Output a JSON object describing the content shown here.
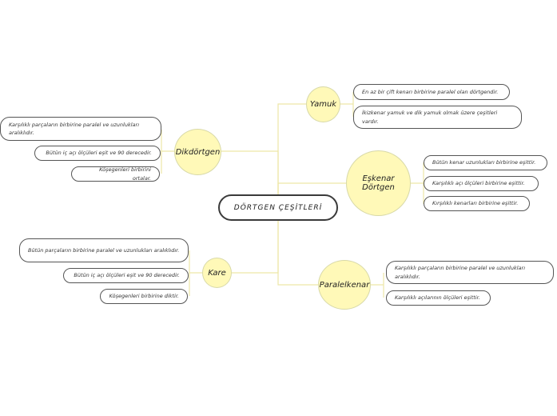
{
  "root": {
    "label": "DÖRTGEN ÇEŞİTLERİ"
  },
  "topics": {
    "yamuk": {
      "label": "Yamuk",
      "leaves": [
        "En az bir çift kenarı birbirine paralel olan dörtgendir.",
        "İkizkenar yamuk ve dik yamuk olmak üzere çeşitleri vardır."
      ]
    },
    "eskenar": {
      "label": "Eşkenar Dörtgen",
      "leaves": [
        "Bütün kenar uzunlukları birbirine eşittir.",
        "Karşılıklı açı ölçüleri birbirine eşittir.",
        "Kırşılıklı kenarları birbirine eşittir."
      ]
    },
    "paralelkenar": {
      "label": "Paralelkenar",
      "leaves": [
        "Karşılıklı parçaların birbirine paralel ve uzunlukları aralıklıdır.",
        "Karşılıklı açılarının ölçüleri eşittir."
      ]
    },
    "dikdortgen": {
      "label": "Dikdörtgen",
      "leaves": [
        "Karşılıklı parçaların birbirine paralel ve uzunlukları aralıklıdır.",
        "Bütün iç açı ölçüleri eşit ve 90 derecedir.",
        "Köşegenleri birbirini ortalar."
      ]
    },
    "kare": {
      "label": "Kare",
      "leaves": [
        "Bütün parçaların birbirine paralel ve uzunlukları aralıklıdır.",
        "Bütün iç açı ölçüleri eşit ve 90 derecedir.",
        "Köşegenleri birbirine diktir."
      ]
    }
  },
  "colors": {
    "connector": "#ede7a6",
    "topic_fill": "#fff9b8",
    "border": "#555555"
  }
}
